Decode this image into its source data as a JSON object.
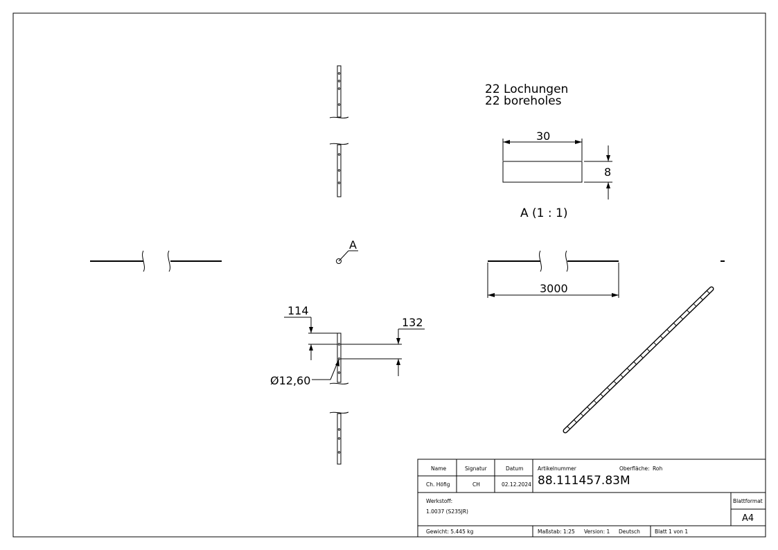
{
  "notes": {
    "line1": "22 Lochungen",
    "line2": "22 boreholes"
  },
  "detail_view": {
    "width_dim": "30",
    "height_dim": "8",
    "caption": "A (1 : 1)",
    "section_marker": "A"
  },
  "dimensions": {
    "length": "3000",
    "first_hole_offset": "114",
    "hole_pitch": "132",
    "hole_diameter": "Ø12,60"
  },
  "title_block": {
    "name_label": "Name",
    "signature_label": "Signatur",
    "date_label": "Datum",
    "name_value": "Ch. Höfig",
    "signature_value": "CH",
    "date_value": "02.12.2024",
    "article_label": "Artikelnummer",
    "surface_label": "Oberfläche:",
    "surface_value": "Roh",
    "article_number": "88.111457.83M",
    "material_label": "Werkstoff:",
    "material_value": "1.0037 (S235JR)",
    "sheet_format_label": "Blattformat",
    "sheet_format_value": "A4",
    "weight": "Gewicht: 5.445 kg",
    "scale": "Maßstab: 1:25",
    "version": "Version: 1",
    "language": "Deutsch",
    "sheet": "Blatt 1 von 1"
  }
}
